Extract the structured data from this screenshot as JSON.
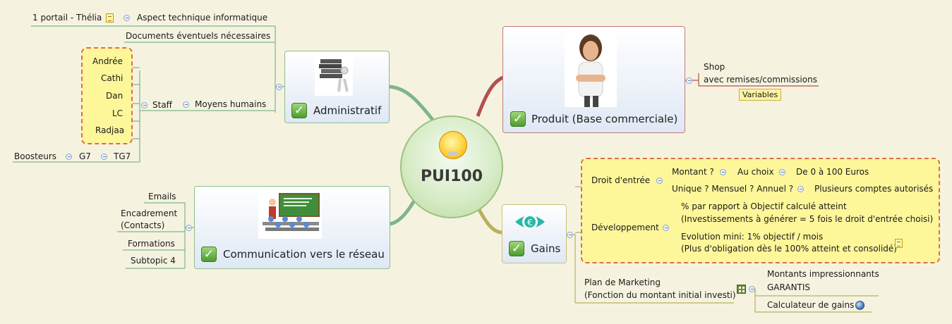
{
  "center": {
    "title": "PUI100",
    "icon": "lightbulb-icon"
  },
  "colors": {
    "background": "#f5f3e0",
    "highlight": "#fdf79a",
    "dash": "#e06b50",
    "check": "#4d9a2b"
  },
  "administratif": {
    "title": "Administratif",
    "aspect_parent": "1 portail - Thélia",
    "aspect": "Aspect technique informatique",
    "documents": "Documents éventuels nécessaires",
    "moyens": "Moyens humains",
    "staff": "Staff",
    "staff_members": [
      "Andrée",
      "Cathi",
      "Dan",
      "LC",
      "Radjaa"
    ],
    "boosteurs": "Boosteurs",
    "g7": "G7",
    "tg7": "TG7"
  },
  "communication": {
    "title": "Communication vers le réseau",
    "items": [
      "Emails",
      "Encadrement",
      "(Contacts)",
      "Formations",
      "Subtopic 4"
    ]
  },
  "produit": {
    "title": "Produit (Base commerciale)",
    "shop": "Shop",
    "remises": "avec remises/commissions",
    "tag": "Variables"
  },
  "gains": {
    "title": "Gains",
    "droit": "Droit d'entrée",
    "montant": "Montant ?",
    "au_choix": "Au choix",
    "range": "De 0 à 100 Euros",
    "frequence": "Unique ? Mensuel ? Annuel ?",
    "plusieurs": "Plusieurs comptes autorisés",
    "developpement": "Développement",
    "pct_line1": "% par rapport à Objectif calculé atteint",
    "pct_line2": "(Investissements à générer = 5 fois le droit d'entrée choisi)",
    "evol_line1": "Evolution mini: 1% objectif / mois",
    "evol_line2": "(Plus d'obligation dès le 100% atteint et consolidé)",
    "plan_line1": "Plan de Marketing",
    "plan_line2": "(Fonction du montant initial investi)",
    "montants_line1": "Montants impressionnants",
    "montants_line2": "GARANTIS",
    "calculateur": "Calculateur de gains"
  }
}
